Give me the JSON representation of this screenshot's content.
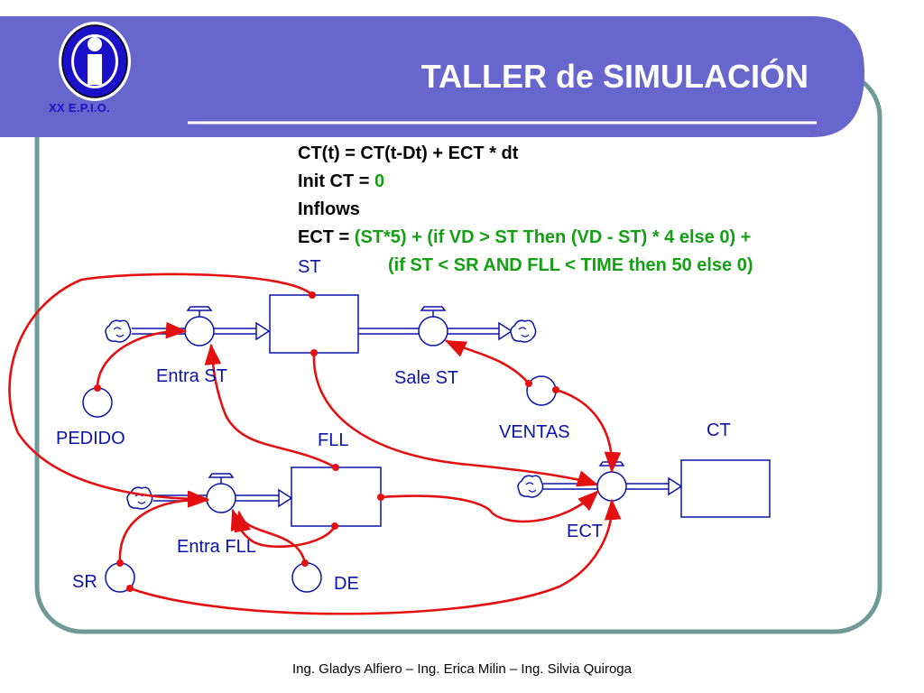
{
  "slide": {
    "title": "TALLER de SIMULACIÓN",
    "logo_text": "XX E.P.I.O.",
    "footer": "Ing. Gladys Alfiero – Ing. Erica Milin – Ing. Silvia Quiroga"
  },
  "equations": {
    "line1": "CT(t) = CT(t-Dt) + ECT * dt",
    "line2_prefix": "Init CT = ",
    "line2_value": "0",
    "line3": "Inflows",
    "line4_prefix": "ECT = ",
    "line4_expr": "(ST*5) + (if VD > ST Then (VD - ST) * 4 else 0) +",
    "line5_expr": "(if ST < SR AND FLL < TIME then 50 else 0)"
  },
  "diagram": {
    "stocks": {
      "st": "ST",
      "fll": "FLL",
      "ct": "CT"
    },
    "flows": {
      "entra_st": "Entra ST",
      "sale_st": "Sale ST",
      "entra_fll": "Entra FLL",
      "ect": "ECT"
    },
    "converters": {
      "pedido": "PEDIDO",
      "ventas": "VENTAS",
      "sr": "SR",
      "de": "DE"
    }
  },
  "colors": {
    "header_band": "#6666cc",
    "frame": "#6f9a98",
    "link": "#e41010",
    "diagram": "#0b14a8",
    "equation_value": "#14a014"
  }
}
